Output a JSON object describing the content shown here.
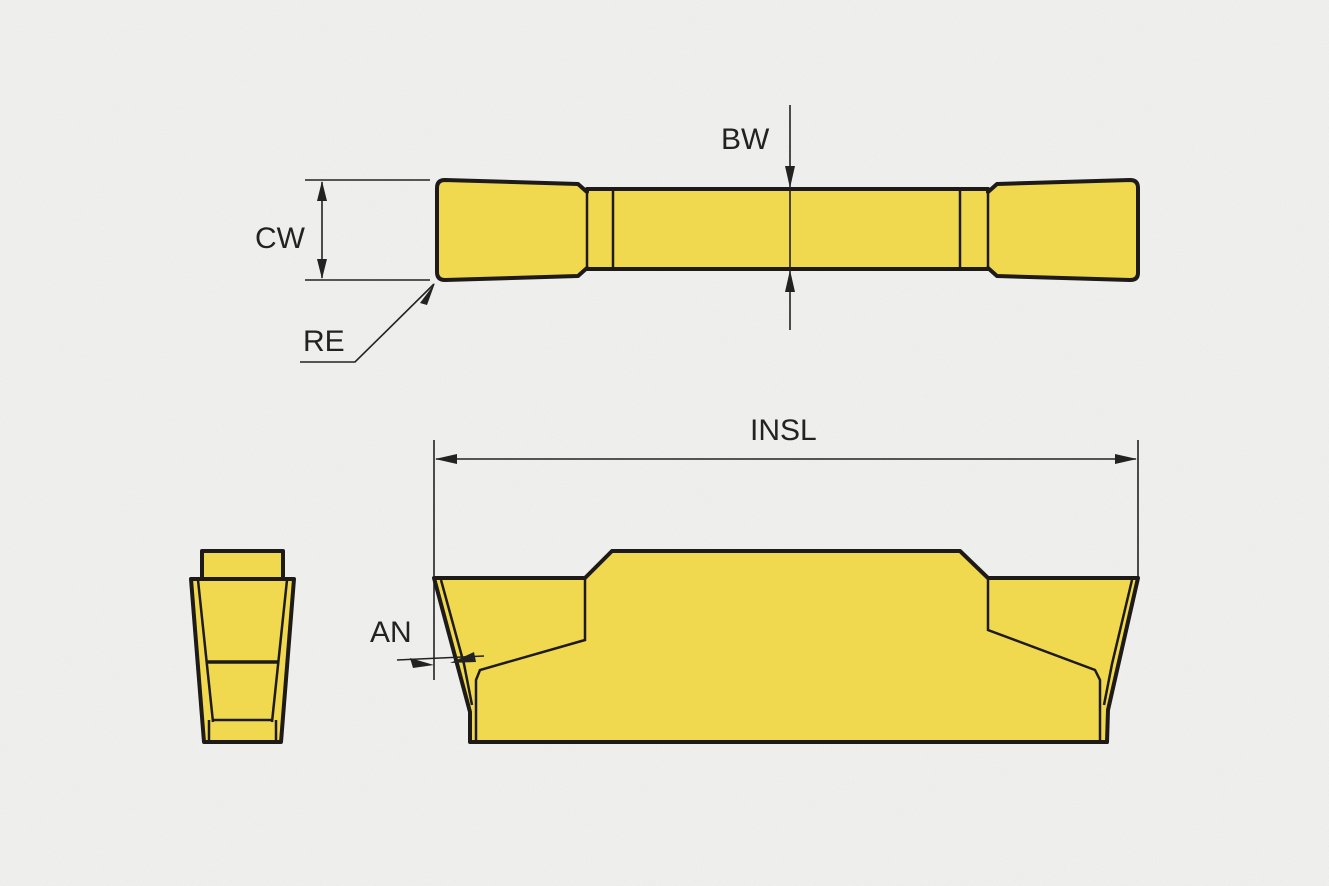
{
  "diagram": {
    "labels": {
      "cw": "CW",
      "bw": "BW",
      "re": "RE",
      "insl": "INSL",
      "an": "AN"
    },
    "colors": {
      "insert_fill": "#f0d94e",
      "outline": "#1e1a18",
      "background": "#f1f1f0"
    }
  }
}
